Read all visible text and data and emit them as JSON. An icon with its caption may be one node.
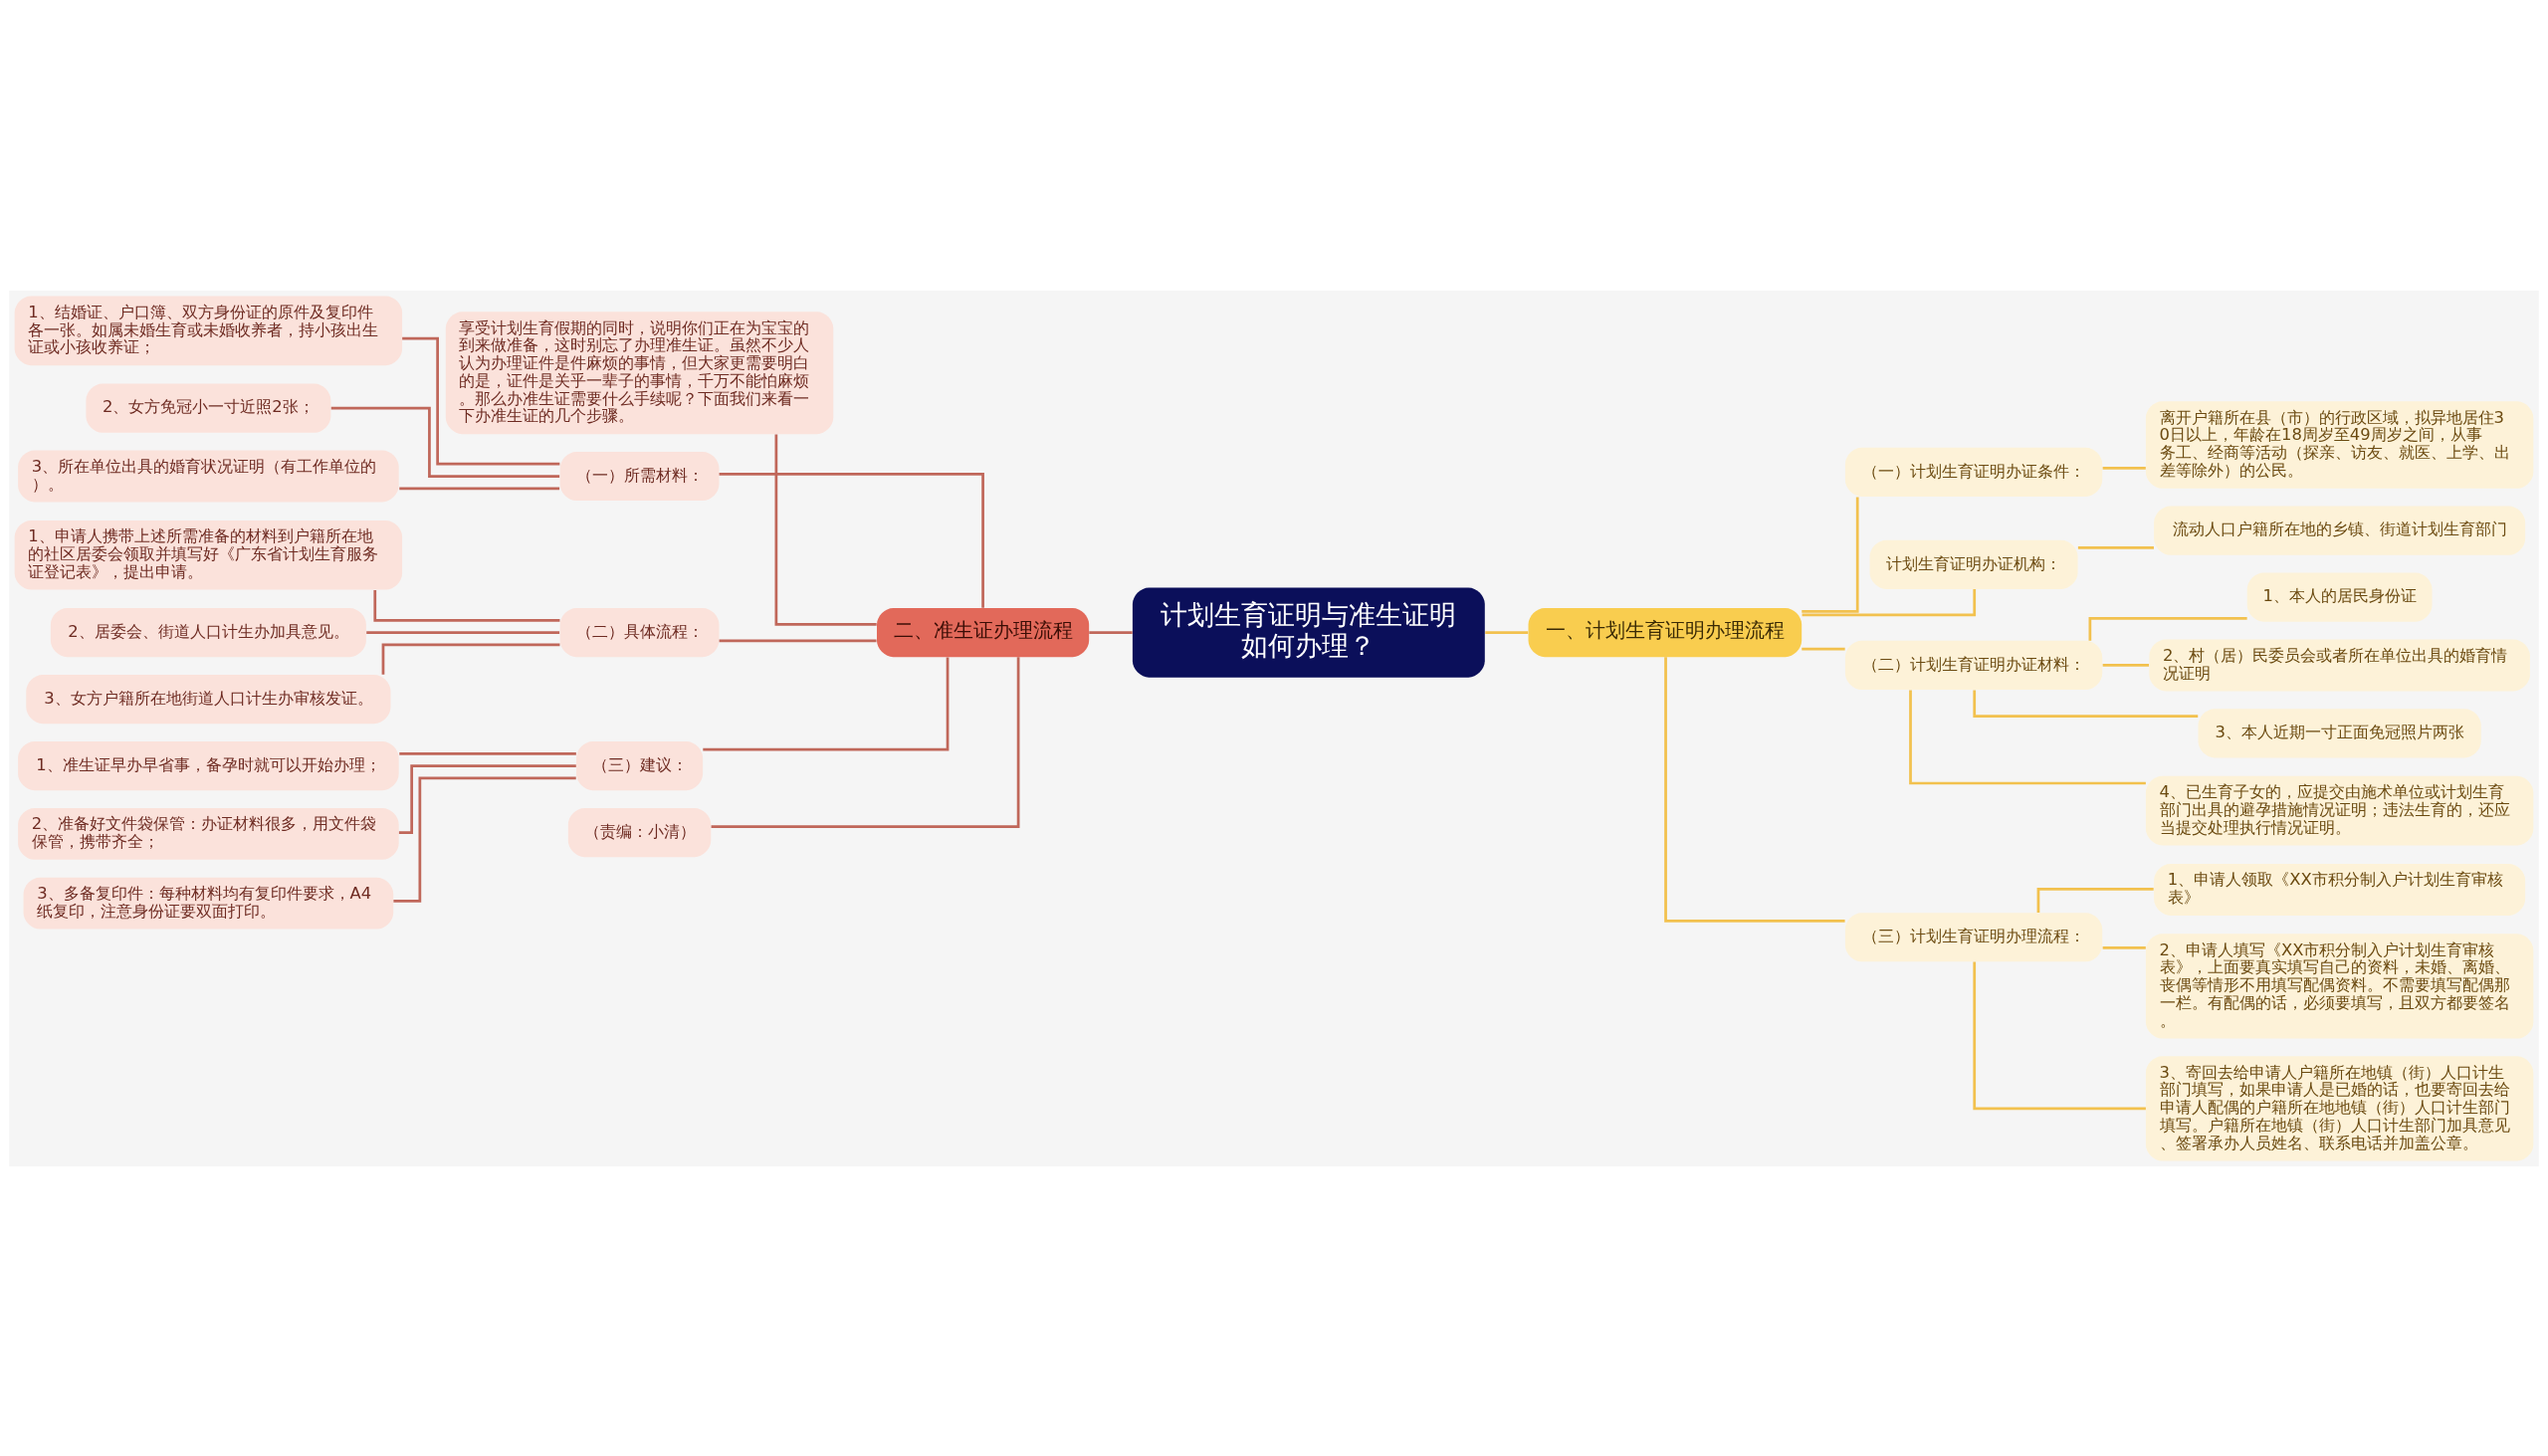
{
  "diagram": {
    "nodes": [
      {
        "text": [
          "计划生育证明与准生证明如何办理？"
        ]
      },
      {
        "text": [
          "一、计划生育证明办理流程"
        ]
      },
      {
        "text": [
          "（一）计划生育证明办证条件："
        ]
      },
      {
        "text": [
          "离开户籍所在县（市）的行政区域，拟异地居住30日以上，年龄在18周岁至49周岁之间，从事务工、经商等活动（探亲、访友、就医、上学、出差等除外）的公民。"
        ]
      },
      {
        "text": [
          "计划生育证明办证机构："
        ]
      },
      {
        "text": [
          "流动人口户籍所在地的乡镇、街道计划生育部门"
        ]
      },
      {
        "text": [
          "（二）计划生育证明办证材料："
        ]
      },
      {
        "text": [
          "1、本人的居民身份证"
        ]
      },
      {
        "text": [
          "2、村（居）民委员会或者所在单位出具的婚育情况证明"
        ]
      },
      {
        "text": [
          "3、本人近期一寸正面免冠照片两张"
        ]
      },
      {
        "text": [
          "4、已生育子女的，应提交由施术单位或计划生育部门出具的避孕措施情况证明；违法生育的，还应当提交处理执行情况证明。"
        ]
      },
      {
        "text": [
          "（三）计划生育证明办理流程："
        ]
      },
      {
        "text": [
          "1、申请人领取《XX市积分制入户计划生育审核表》"
        ]
      },
      {
        "text": [
          "2、申请人填写《XX市积分制入户计划生育审核表》，上面要真实填写自己的资料，未婚、离婚、丧偶等情形不用填写配偶资料。不需要填写配偶那一栏。有配偶的话，必须要填写，且双方都要签名。"
        ]
      },
      {
        "text": [
          "3、寄回去给申请人户籍所在地镇（街）人口计生部门填写，如果申请人是已婚的话，也要寄回去给申请人配偶的户籍所在地地镇（街）人口计生部门填写。户籍所在地镇（街）人口计生部门加具意见、签署承办人员姓名、联系电话并加盖公章。"
        ]
      },
      {
        "text": [
          "二、准生证办理流程"
        ]
      },
      {
        "text": [
          "享受计划生育假期的同时，说明你们正在为宝宝的到来做准备，这时别忘了办理准生证。虽然不少人认为办理证件是件麻烦的事情，但大家更需要明白的是，证件是关乎一辈子的事情，千万不能怕麻烦。那么办准生证需要什么手续呢？下面我们来看一下办准生证的几个步骤。"
        ]
      },
      {
        "text": [
          "（一）所需材料："
        ]
      },
      {
        "text": [
          "1、结婚证、户口簿、双方身份证的原件及复印件各一张。如属未婚生育或未婚收养者，持小孩出生证或小孩收养证；"
        ]
      },
      {
        "text": [
          "2、女方免冠小一寸近照2张；"
        ]
      },
      {
        "text": [
          "3、所在单位出具的婚育状况证明（有工作单位的）。"
        ]
      },
      {
        "text": [
          "（二）具体流程："
        ]
      },
      {
        "text": [
          "1、申请人携带上述所需准备的材料到户籍所在地的社区居委会领取并填写好《广东省计划生育服务证登记表》，提出申请。"
        ]
      },
      {
        "text": [
          "2、居委会、街道人口计生办加具意见。"
        ]
      },
      {
        "text": [
          "3、女方户籍所在地街道人口计生办审核发证。"
        ]
      },
      {
        "text": [
          "（三）建议："
        ]
      },
      {
        "text": [
          "1、准生证早办早省事，备孕时就可以开始办理；"
        ]
      },
      {
        "text": [
          "2、准备好文件袋保管：办证材料很多，用文件袋保管，携带齐全；"
        ]
      },
      {
        "text": [
          "3、多备复印件：每种材料均有复印件要求，A4纸复印，注意身份证要双面打印。"
        ]
      },
      {
        "text": [
          "（责编：小清）"
        ]
      }
    ],
    "edges": [
      {
        "from": 0,
        "to": 1,
        "arrow": "none",
        "color": "#f2c14e"
      },
      {
        "from": 1,
        "to": 2,
        "arrow": "none",
        "color": "#f2c14e"
      },
      {
        "from": 2,
        "to": 3,
        "arrow": "none",
        "color": "#f2c14e"
      },
      {
        "from": 1,
        "to": 4,
        "arrow": "none",
        "color": "#f2c14e"
      },
      {
        "from": 4,
        "to": 5,
        "arrow": "none",
        "color": "#f2c14e"
      },
      {
        "from": 1,
        "to": 6,
        "arrow": "none",
        "color": "#f2c14e"
      },
      {
        "from": 6,
        "to": 7,
        "arrow": "none",
        "color": "#f2c14e"
      },
      {
        "from": 6,
        "to": 8,
        "arrow": "none",
        "color": "#f2c14e"
      },
      {
        "from": 6,
        "to": 9,
        "arrow": "none",
        "color": "#f2c14e"
      },
      {
        "from": 6,
        "to": 10,
        "arrow": "none",
        "color": "#f2c14e"
      },
      {
        "from": 1,
        "to": 11,
        "arrow": "none",
        "color": "#f2c14e"
      },
      {
        "from": 11,
        "to": 12,
        "arrow": "none",
        "color": "#f2c14e"
      },
      {
        "from": 11,
        "to": 13,
        "arrow": "none",
        "color": "#f2c14e"
      },
      {
        "from": 11,
        "to": 14,
        "arrow": "none",
        "color": "#f2c14e"
      },
      {
        "from": 0,
        "to": 15,
        "arrow": "none"
      },
      {
        "from": 15,
        "to": 16,
        "arrow": "none"
      },
      {
        "from": 15,
        "to": 17,
        "arrow": "none"
      },
      {
        "from": 17,
        "to": 18,
        "arrow": "none"
      },
      {
        "from": 17,
        "to": 19,
        "arrow": "none"
      },
      {
        "from": 17,
        "to": 20,
        "arrow": "none"
      },
      {
        "from": 15,
        "to": 21,
        "arrow": "none"
      },
      {
        "from": 21,
        "to": 22,
        "arrow": "none"
      },
      {
        "from": 21,
        "to": 23,
        "arrow": "none"
      },
      {
        "from": 21,
        "to": 24,
        "arrow": "none"
      },
      {
        "from": 15,
        "to": 25,
        "arrow": "none"
      },
      {
        "from": 25,
        "to": 26,
        "arrow": "none"
      },
      {
        "from": 25,
        "to": 27,
        "arrow": "none"
      },
      {
        "from": 25,
        "to": 28,
        "arrow": "none"
      },
      {
        "from": 15,
        "to": 29,
        "arrow": "none"
      }
    ]
  }
}
